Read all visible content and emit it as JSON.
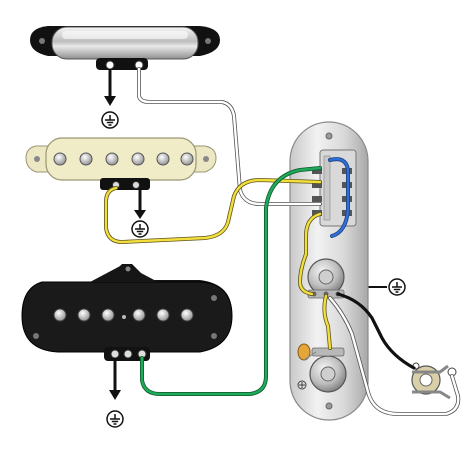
{
  "diagram": {
    "components": {
      "neck_pickup": "chrome-cover-single-coil",
      "middle_pickup": "cream-six-pole-single-coil",
      "bridge_pickup": "black-baseplate-bridge-pickup",
      "control_plate": "chrome-control-plate",
      "selector_switch": "blade-switch",
      "volume_pot": "potentiometer",
      "tone_pot": "potentiometer",
      "tone_capacitor": "capacitor",
      "output_jack": "output-jack"
    },
    "ground_symbols": 4,
    "wire_colors": {
      "hot_white": "#ffffff",
      "hot_yellow": "#f2de3c",
      "hot_green": "#1faa5a",
      "blue": "#2f6fd8",
      "black": "#111111",
      "gray": "#9a9a9a"
    }
  }
}
